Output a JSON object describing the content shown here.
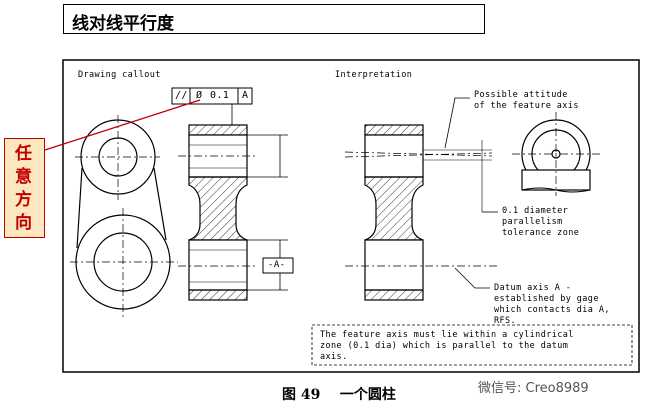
{
  "title": "线对线平行度",
  "side_label": "任意方向",
  "drawing_callout_label": "Drawing callout",
  "interpretation_label": "Interpretation",
  "fcf": {
    "symbol": "//",
    "dia": "Ø",
    "value": "0.1",
    "datum": "A"
  },
  "datum_label": "-A-",
  "note_attitude": [
    "Possible attitude",
    "of the feature axis"
  ],
  "note_tolerance": [
    "0.1 diameter",
    "parallelism",
    "tolerance zone"
  ],
  "note_datum": [
    "Datum axis A -",
    "established by gage",
    "which contacts dia A,",
    "RFS."
  ],
  "footnote": [
    "The feature axis must lie within a cylindrical",
    "zone (0.1 dia) which is parallel to the datum",
    "axis."
  ],
  "caption": "图 49    一个圆柱",
  "watermark": "微信号: Creo8989",
  "colors": {
    "accent_red": "#c00000",
    "label_fill": "#fde7bf"
  }
}
